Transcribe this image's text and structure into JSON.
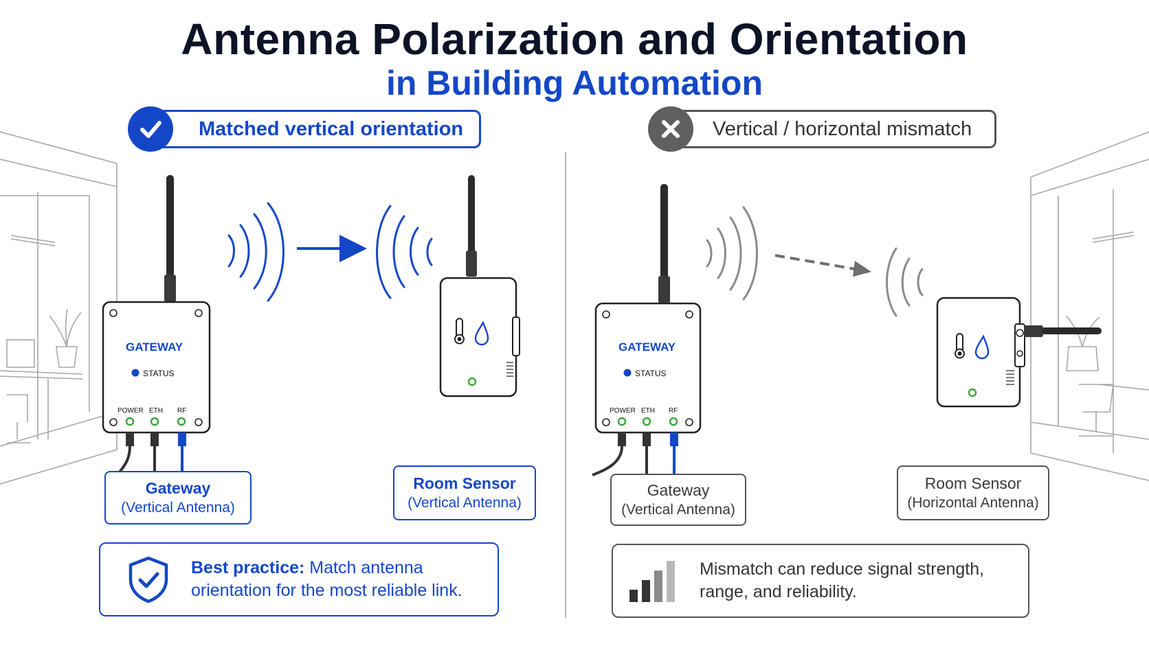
{
  "title": "Antenna Polarization and Orientation",
  "subtitle": "in Building Automation",
  "colors": {
    "accent_blue": "#1447c8",
    "dark": "#0d1226",
    "gray": "#5a5a5a",
    "led_green": "#3aa63a"
  },
  "left_panel": {
    "header": "Matched vertical orientation",
    "header_icon": "check-circle-icon",
    "gateway": {
      "brand": "GATEWAY",
      "status": "STATUS",
      "ports": [
        "POWER",
        "ETH",
        "RF"
      ],
      "label_line1": "Gateway",
      "label_line2": "(Vertical Antenna)"
    },
    "sensor": {
      "label_line1": "Room Sensor",
      "label_line2": "(Vertical Antenna)",
      "icons": [
        "thermometer-icon",
        "water-drop-icon"
      ]
    },
    "note": {
      "icon": "shield-check-icon",
      "text_bold": "Best practice:",
      "text_rest": " Match antenna orientation for the most reliable link."
    }
  },
  "right_panel": {
    "header": "Vertical / horizontal mismatch",
    "header_icon": "x-circle-icon",
    "gateway": {
      "brand": "GATEWAY",
      "status": "STATUS",
      "ports": [
        "POWER",
        "ETH",
        "RF"
      ],
      "label_line1": "Gateway",
      "label_line2": "(Vertical Antenna)"
    },
    "sensor": {
      "label_line1": "Room Sensor",
      "label_line2": "(Horizontal Antenna)",
      "icons": [
        "thermometer-icon",
        "water-drop-icon"
      ]
    },
    "note": {
      "icon": "signal-bars-icon",
      "text": "Mismatch can reduce signal strength, range, and reliability."
    }
  }
}
